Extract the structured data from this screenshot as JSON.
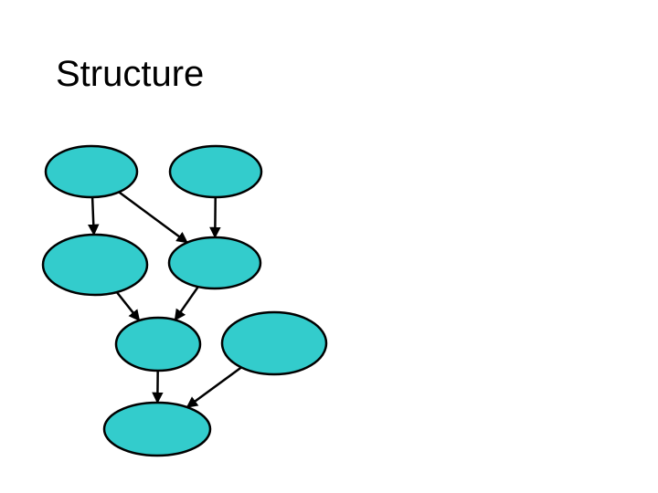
{
  "slide": {
    "title": "Structure"
  },
  "colors": {
    "node_fill": "#33CCCC",
    "node_stroke": "#000000",
    "edge": "#000000",
    "background": "#FFFFFF"
  },
  "diagram": {
    "nodes": [
      {
        "id": "n1"
      },
      {
        "id": "n2"
      },
      {
        "id": "n3"
      },
      {
        "id": "n4"
      },
      {
        "id": "n5"
      },
      {
        "id": "n6"
      },
      {
        "id": "n7"
      }
    ],
    "edges": [
      {
        "from": "n1",
        "to": "n3"
      },
      {
        "from": "n1",
        "to": "n4"
      },
      {
        "from": "n2",
        "to": "n4"
      },
      {
        "from": "n3",
        "to": "n5"
      },
      {
        "from": "n4",
        "to": "n5"
      },
      {
        "from": "n5",
        "to": "n7"
      },
      {
        "from": "n6",
        "to": "n7"
      }
    ]
  }
}
